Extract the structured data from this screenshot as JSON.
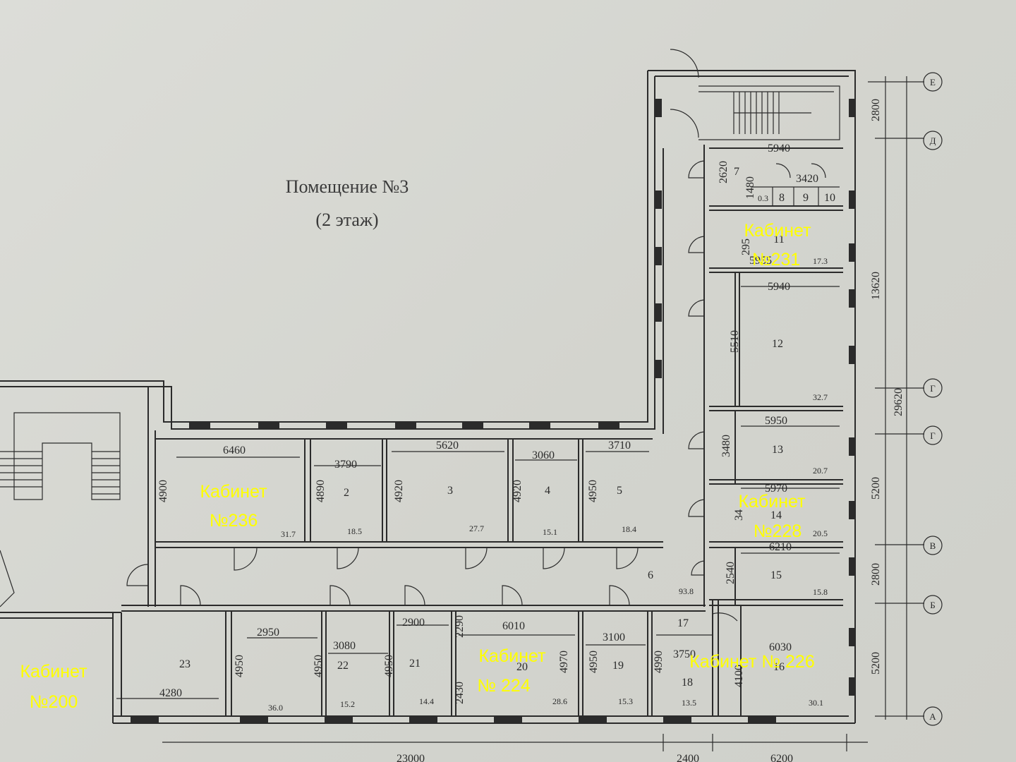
{
  "title": "Помещение №3",
  "subtitle": "(2 этаж)",
  "labels": {
    "k236": [
      "Кабинет",
      "№236"
    ],
    "k231": [
      "Кабинет",
      "№231"
    ],
    "k228": [
      "Кабинет",
      "№228"
    ],
    "k224": [
      "Кабинет",
      "№ 224"
    ],
    "k226": "Кабинет № 226",
    "k200": [
      "Кабинет",
      "№200"
    ]
  },
  "room_numbers": {
    "r2": "2",
    "r3": "3",
    "r4": "4",
    "r5": "5",
    "r6": "6",
    "r7": "7",
    "r8": "8",
    "r9": "9",
    "r10": "10",
    "r11": "11",
    "r12": "12",
    "r13": "13",
    "r14": "14",
    "r15": "15",
    "r16": "16",
    "r17": "17",
    "r18": "18",
    "r19": "19",
    "r20": "20",
    "r21": "21",
    "r22": "22",
    "r23": "23"
  },
  "areas": {
    "a1": "31.7",
    "a2": "18.5",
    "a3": "27.7",
    "a4": "15.1",
    "a5": "18.4",
    "a11": "17.3",
    "a12": "32.7",
    "a13": "20.7",
    "a14": "20.5",
    "a15": "15.8",
    "a16": "30.1",
    "a17": "93.8",
    "a18": "13.5",
    "a19": "15.3",
    "a20": "28.6",
    "a21": "14.4",
    "a22": "15.2",
    "a23": "36.0",
    "a10": "0.3"
  },
  "dims": {
    "d6460": "6460",
    "d3790": "3790",
    "d5620": "5620",
    "d3060": "3060",
    "d3710": "3710",
    "d4900": "4900",
    "d4890": "4890",
    "d4920a": "4920",
    "d4920b": "4920",
    "d4950a": "4950",
    "d5940a": "5940",
    "d3420": "3420",
    "d2620": "2620",
    "d1480": "1480",
    "d5940b": "5940",
    "d5510": "5510",
    "d5950": "5950",
    "d3480": "3480",
    "d5970": "5970",
    "d6210": "6210",
    "d2540": "2540",
    "d6030": "6030",
    "d2950": "2950",
    "d3080": "3080",
    "d2900": "2900",
    "d6010": "6010",
    "d3100": "3100",
    "d4280": "4280",
    "d4950b": "4950",
    "d4950c": "4950",
    "d4950d": "4950",
    "d2290": "2290",
    "d2430": "2430",
    "d4970": "4970",
    "d4950e": "4950",
    "d4990": "4990",
    "d3750": "3750",
    "d4100": "4100",
    "d295": "295",
    "d5955": "5955",
    "d34": "34",
    "r2800a": "2800",
    "r13620": "13620",
    "r29620": "29620",
    "r5200a": "5200",
    "r2800b": "2800",
    "r5200b": "5200",
    "b2400": "2400",
    "b6200": "6200",
    "b23000": "23000"
  },
  "axes": {
    "E": "Е",
    "D": "Д",
    "G1": "Г",
    "G2": "Г",
    "V": "В",
    "B": "Б",
    "A": "А"
  },
  "colors": {
    "paper": "#d7d8d3",
    "ink": "#2b2b2b",
    "highlight": "#ffff00"
  }
}
